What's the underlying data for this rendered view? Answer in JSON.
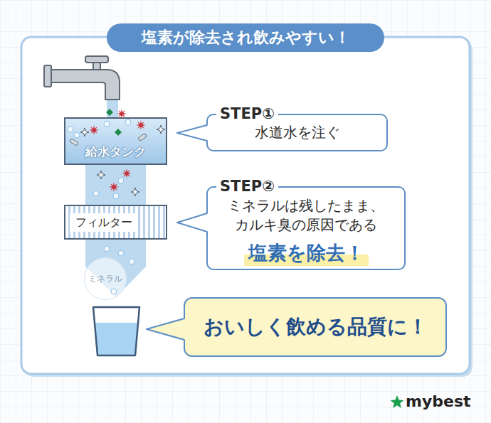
{
  "diagram": {
    "title": "塩素が除去され飲みやすい！",
    "nodes": [
      {
        "text": [
          "給水タンク"
        ]
      },
      {
        "text": [
          "STEP①",
          "水道水を注ぐ"
        ]
      },
      {
        "text": [
          "フィルター"
        ]
      },
      {
        "text": [
          "STEP②",
          "ミネラルは残したまま、 カルキ臭の原因である",
          "塩素を除去！"
        ]
      },
      {
        "text": [
          "ミネラル"
        ]
      },
      {
        "text": [
          "おいしく飲める品質に！"
        ]
      }
    ],
    "edges": [
      {
        "from": 0,
        "to": 2,
        "arrow": "none"
      }
    ],
    "labels": [
      "mybest"
    ]
  }
}
